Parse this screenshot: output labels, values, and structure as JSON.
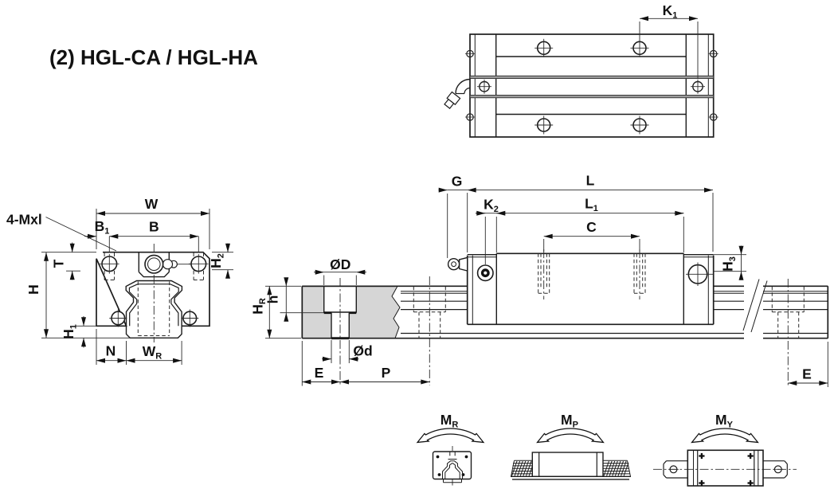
{
  "title": "(2) HGL-CA / HGL-HA",
  "top_view": {
    "k1": {
      "base": "K",
      "sub": "1"
    }
  },
  "front_view": {
    "screw_note": "4-Mxl",
    "w": "W",
    "b": "B",
    "b1": {
      "base": "B",
      "sub": "1"
    },
    "t": "T",
    "h": "H",
    "h1": {
      "base": "H",
      "sub": "1"
    },
    "h2": {
      "base": "H",
      "sub": "2"
    },
    "n": "N",
    "wr": {
      "base": "W",
      "sub": "R"
    }
  },
  "rail_section": {
    "dia_big": "ØD",
    "dia_small": "Ød",
    "depth": "h",
    "hr": {
      "base": "H",
      "sub": "R"
    },
    "e": "E",
    "p": "P"
  },
  "side_view": {
    "g": "G",
    "l": "L",
    "l1": {
      "base": "L",
      "sub": "1"
    },
    "k2": {
      "base": "K",
      "sub": "2"
    },
    "c": "C",
    "h3": {
      "base": "H",
      "sub": "3"
    },
    "e": "E"
  },
  "moments": {
    "mr": {
      "base": "M",
      "sub": "R"
    },
    "mp": {
      "base": "M",
      "sub": "P"
    },
    "my": {
      "base": "M",
      "sub": "Y"
    }
  }
}
